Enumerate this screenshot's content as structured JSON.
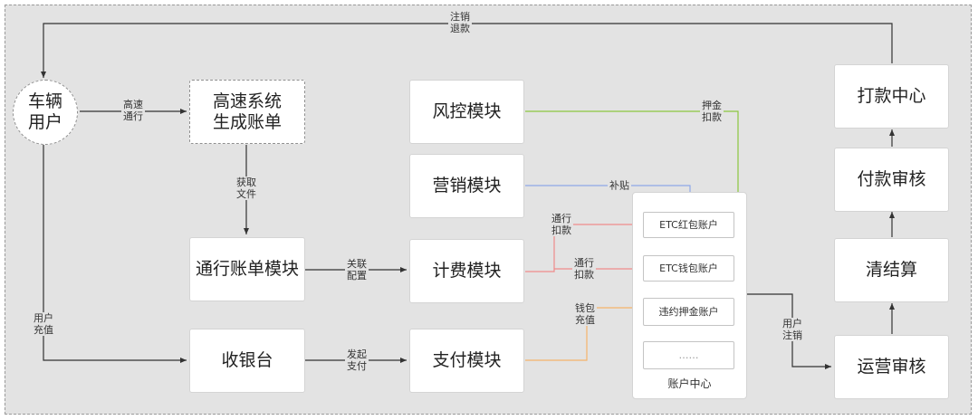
{
  "nodes": {
    "vehicle_user": "车辆\n用户",
    "highway_bill": "高速系统\n生成账单",
    "pass_bill_module": "通行账单模块",
    "cashier": "收银台",
    "risk_module": "风控模块",
    "marketing_module": "营销模块",
    "billing_module": "计费模块",
    "payment_module": "支付模块",
    "payout_center": "打款中心",
    "payment_review": "付款审核",
    "settlement": "清结算",
    "ops_review": "运营审核"
  },
  "account_center": {
    "title": "账户中心",
    "accounts": [
      "ETC红包账户",
      "ETC钱包账户",
      "违约押金账户",
      "……"
    ]
  },
  "edge_labels": {
    "cancel_refund": "注销\n退款",
    "highway_pass": "高速\n通行",
    "fetch_file": "获取\n文件",
    "link_config": "关联\n配置",
    "initiate_pay": "发起\n支付",
    "user_recharge": "用户\n充值",
    "deposit_deduct": "押金\n扣款",
    "subsidy": "补贴",
    "pass_deduct_1": "通行\n扣款",
    "pass_deduct_2": "通行\n扣款",
    "wallet_recharge": "钱包\n充值",
    "user_cancel": "用户\n注销"
  },
  "colors": {
    "background": "#e3e3e3",
    "node_fill": "#ffffff",
    "arrow_default": "#333333",
    "arrow_green": "#8cc63f",
    "arrow_blue": "#8fa8e8",
    "arrow_red": "#f08a8a",
    "arrow_orange": "#f5b36a"
  }
}
